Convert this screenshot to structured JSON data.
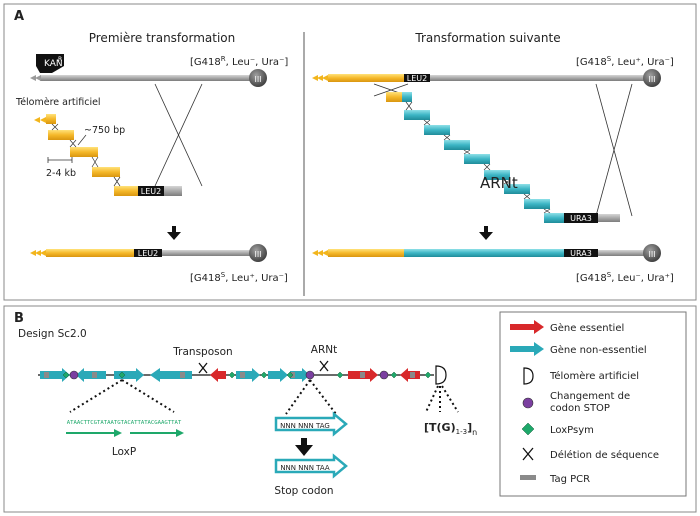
{
  "panel_a": {
    "letter": "A",
    "left": {
      "title": "Première transformation",
      "kan_label": "KAN",
      "kan_sup": "R",
      "genotype_top_pre": "[G418",
      "genotype_top_sup": "R",
      "genotype_top_post": ", Leu⁻, Ura⁻]",
      "telomere_label": "Télomère artificiel",
      "size_label_1": "~750 bp",
      "size_label_2": "2-4 kb",
      "marker_label": "LEU2",
      "result_marker_label": "LEU2",
      "genotype_bottom_pre": "[G418",
      "genotype_bottom_sup": "S",
      "genotype_bottom_post": ", Leu⁺, Ura⁻]",
      "centromere": "III"
    },
    "right": {
      "title": "Transformation suivante",
      "top_marker": "LEU2",
      "genotype_top_pre": "[G418",
      "genotype_top_sup": "S",
      "genotype_top_post": ", Leu⁺, Ura⁻]",
      "trna_label": "ARNt",
      "marker_label": "URA3",
      "result_marker_label": "URA3",
      "genotype_bottom_pre": "[G418",
      "genotype_bottom_sup": "S",
      "genotype_bottom_post": ", Leu⁻, Ura⁺]",
      "centromere": "III"
    }
  },
  "panel_b": {
    "letter": "B",
    "design_label": "Design Sc2.0",
    "transposon_label": "Transposon",
    "trna_label": "ARNt",
    "loxp_sequence": "ATAACTTCGTATAATGTACATTATACGAAGTTAT",
    "loxp_label": "LoxP",
    "codon_tag": "NNN NNN TAG",
    "codon_taa": "NNN NNN TAA",
    "stop_codon_label": "Stop codon",
    "telomere_formula_main": "[T(G)",
    "telomere_formula_sub": "1-3",
    "telomere_formula_end": "]",
    "telomere_formula_n": "n"
  },
  "legend": {
    "essential": "Gène essentiel",
    "nonessential": "Gène non-essentiel",
    "telomere": "Télomère artificiel",
    "stop_line1": "Changement de",
    "stop_line2": "codon STOP",
    "loxpsym": "LoxPsym",
    "deletion": "Délétion de séquence",
    "pcr": "Tag PCR"
  },
  "colors": {
    "yellow": "#f2b51c",
    "teal": "#2aa9b8",
    "red": "#d8282a",
    "green": "#1ea86a",
    "gray": "#9a9a9a",
    "purple": "#7b3fa0"
  }
}
